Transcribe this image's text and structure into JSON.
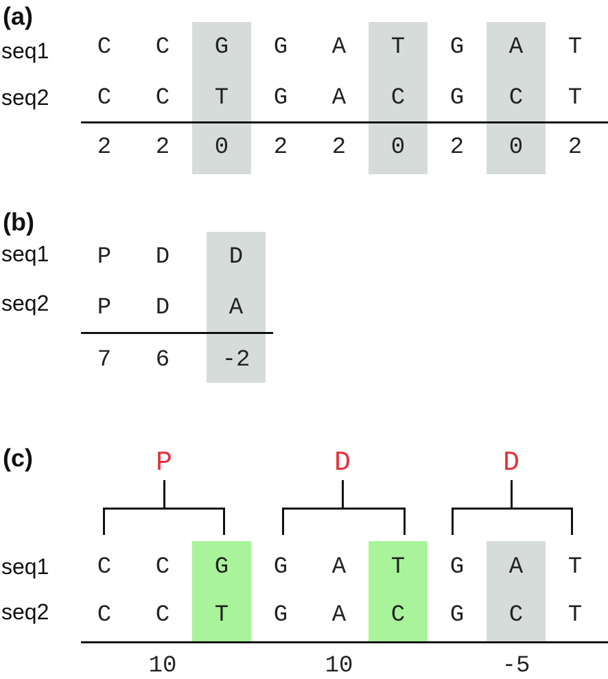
{
  "panel_a": {
    "label": "(a)",
    "row_labels": [
      "seq1",
      "seq2"
    ],
    "seq1": [
      "C",
      "C",
      "G",
      "G",
      "A",
      "T",
      "G",
      "A",
      "T"
    ],
    "seq2": [
      "C",
      "C",
      "T",
      "G",
      "A",
      "C",
      "G",
      "C",
      "T"
    ],
    "scores": [
      "2",
      "2",
      "0",
      "2",
      "2",
      "0",
      "2",
      "0",
      "2"
    ],
    "highlighted_columns": [
      2,
      5,
      7
    ]
  },
  "panel_b": {
    "label": "(b)",
    "row_labels": [
      "seq1",
      "seq2"
    ],
    "seq1": [
      "P",
      "D",
      "D"
    ],
    "seq2": [
      "P",
      "D",
      "A"
    ],
    "scores": [
      "7",
      "6",
      "-2"
    ],
    "highlighted_columns": [
      2
    ]
  },
  "panel_c": {
    "label": "(c)",
    "row_labels": [
      "seq1",
      "seq2"
    ],
    "codon_labels": [
      "P",
      "D",
      "D"
    ],
    "seq1": [
      "C",
      "C",
      "G",
      "G",
      "A",
      "T",
      "G",
      "A",
      "T"
    ],
    "seq2": [
      "C",
      "C",
      "T",
      "G",
      "A",
      "C",
      "G",
      "C",
      "T"
    ],
    "codon_scores": [
      "10",
      "10",
      "-5"
    ],
    "green_columns": [
      2,
      5
    ],
    "gray_columns": [
      7
    ]
  },
  "colors": {
    "mismatch_shade": "#d6dcda",
    "synonymous_shade": "#a9f39a",
    "codon_label": "#e8303b"
  }
}
